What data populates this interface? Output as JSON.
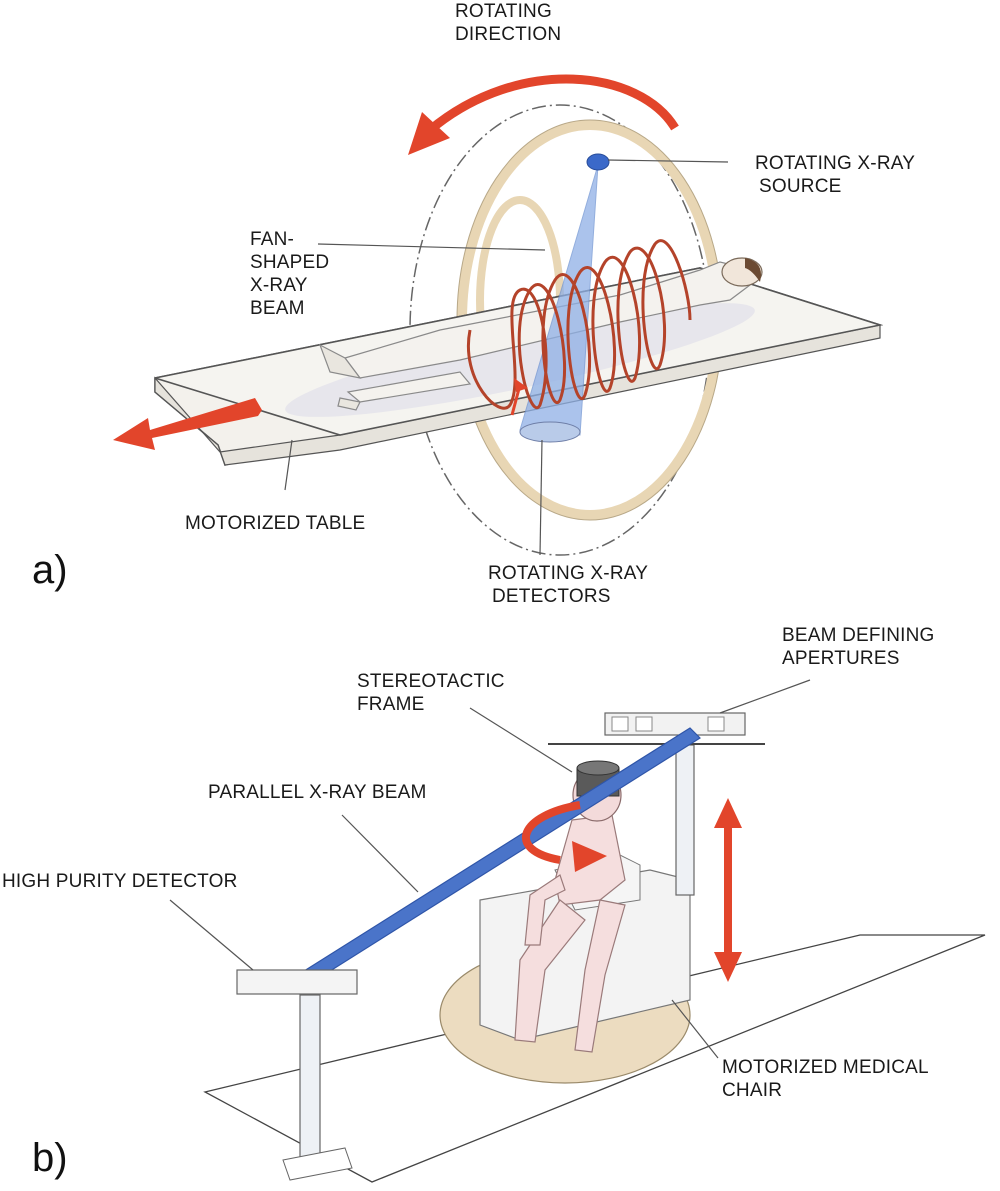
{
  "panels": {
    "a": "a)",
    "b": "b)"
  },
  "labels_a": {
    "rotating_direction": [
      "ROTATING",
      "DIRECTION"
    ],
    "rotating_source": [
      "ROTATING X-RAY",
      "SOURCE"
    ],
    "fan_beam": [
      "FAN-",
      "SHAPED",
      "X-RAY",
      "BEAM"
    ],
    "motorized_table": "MOTORIZED TABLE",
    "rotating_detectors": [
      "ROTATING X-RAY",
      "DETECTORS"
    ]
  },
  "labels_b": {
    "beam_apertures": [
      "BEAM DEFINING",
      "APERTURES"
    ],
    "stereotactic_frame": [
      "STEREOTACTIC",
      "FRAME"
    ],
    "parallel_beam": "PARALLEL X-RAY BEAM",
    "high_purity_detector": "HIGH PURITY DETECTOR",
    "medical_chair": [
      "MOTORIZED MEDICAL",
      "CHAIR"
    ]
  },
  "colors": {
    "arrow_red": "#e2452b",
    "beam_blue": "#4a74c9",
    "fan_blue": "#8fb0e6",
    "helix_brown": "#b4432a",
    "table_line": "#555555",
    "gantry_tan": "#e8d6b4"
  }
}
